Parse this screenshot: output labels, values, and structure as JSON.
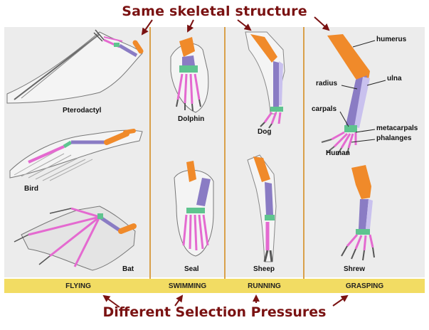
{
  "title_top": "Same skeletal structure",
  "title_bottom": "Different Selection Pressures",
  "colors": {
    "title": "#7a1212",
    "band": "#f2dc63",
    "humerus": "#f08a2a",
    "radius_ulna": "#8a7cc4",
    "carpals": "#5fc48f",
    "metacarpals_phalanges": "#e46ad0",
    "outline": "#555555"
  },
  "categories": [
    {
      "label": "FLYING"
    },
    {
      "label": "SWIMMING"
    },
    {
      "label": "RUNNING"
    },
    {
      "label": "GRASPING"
    }
  ],
  "animals": {
    "pterodactyl": "Pterodactyl",
    "bird": "Bird",
    "bat": "Bat",
    "dolphin": "Dolphin",
    "seal": "Seal",
    "dog": "Dog",
    "sheep": "Sheep",
    "human": "Human",
    "shrew": "Shrew"
  },
  "bone_labels": {
    "humerus": "humerus",
    "ulna": "ulna",
    "radius": "radius",
    "carpals": "carpals",
    "metacarpals": "metacarpals",
    "phalanges": "phalanges"
  }
}
